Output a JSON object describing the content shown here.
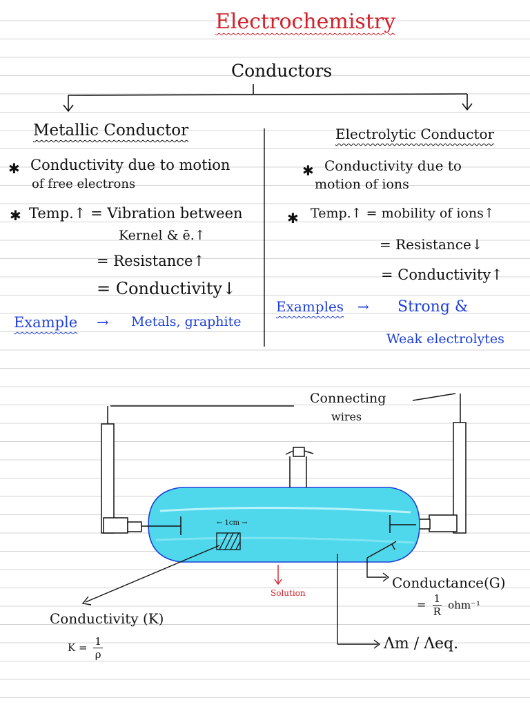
{
  "title": "Electrochemistry",
  "tree": {
    "root": "Conductors",
    "left": "Metallic Conductor",
    "right": "Electrolytic Conductor"
  },
  "metallic": {
    "point1_line1": "Conductivity due to motion",
    "point1_line2": "of free electrons",
    "point2_line1": "Temp.↑ = Vibration between",
    "point2_line2": "Kernel & ē.↑",
    "point2_line3": "= Resistance↑",
    "point2_line4": "= Conductivity↓",
    "example_label": "Example",
    "example_arrow": "→",
    "example_value": "Metals, graphite"
  },
  "electrolytic": {
    "point1_line1": "Conductivity due to",
    "point1_line2": "motion of ions",
    "point2_line1": "Temp.↑ = mobility of ions↑",
    "point2_line2": "= Resistance↓",
    "point2_line3": "= Conductivity↑",
    "example_label": "Examples",
    "example_arrow": "→",
    "example_line1": "Strong &",
    "example_line2": "Weak electrolytes"
  },
  "diagram": {
    "wires_line1": "Connecting",
    "wires_line2": "wires",
    "cm_label": "← 1cm →",
    "solution_label": "Solution",
    "conductance_label": "Conductance(G)",
    "conductance_eq_prefix": "=",
    "conductance_num": "1",
    "conductance_den": "R",
    "conductance_unit": "ohm⁻¹",
    "conductivity_label": "Conductivity (K)",
    "conductivity_eq_prefix": "K =",
    "conductivity_num": "1",
    "conductivity_den": "ρ",
    "molar_label": "Λm / Λeq."
  },
  "colors": {
    "heading": "#d0202a",
    "example": "#1d3fd8",
    "solution_fill": "#4fd8ec",
    "ink": "#111111"
  }
}
